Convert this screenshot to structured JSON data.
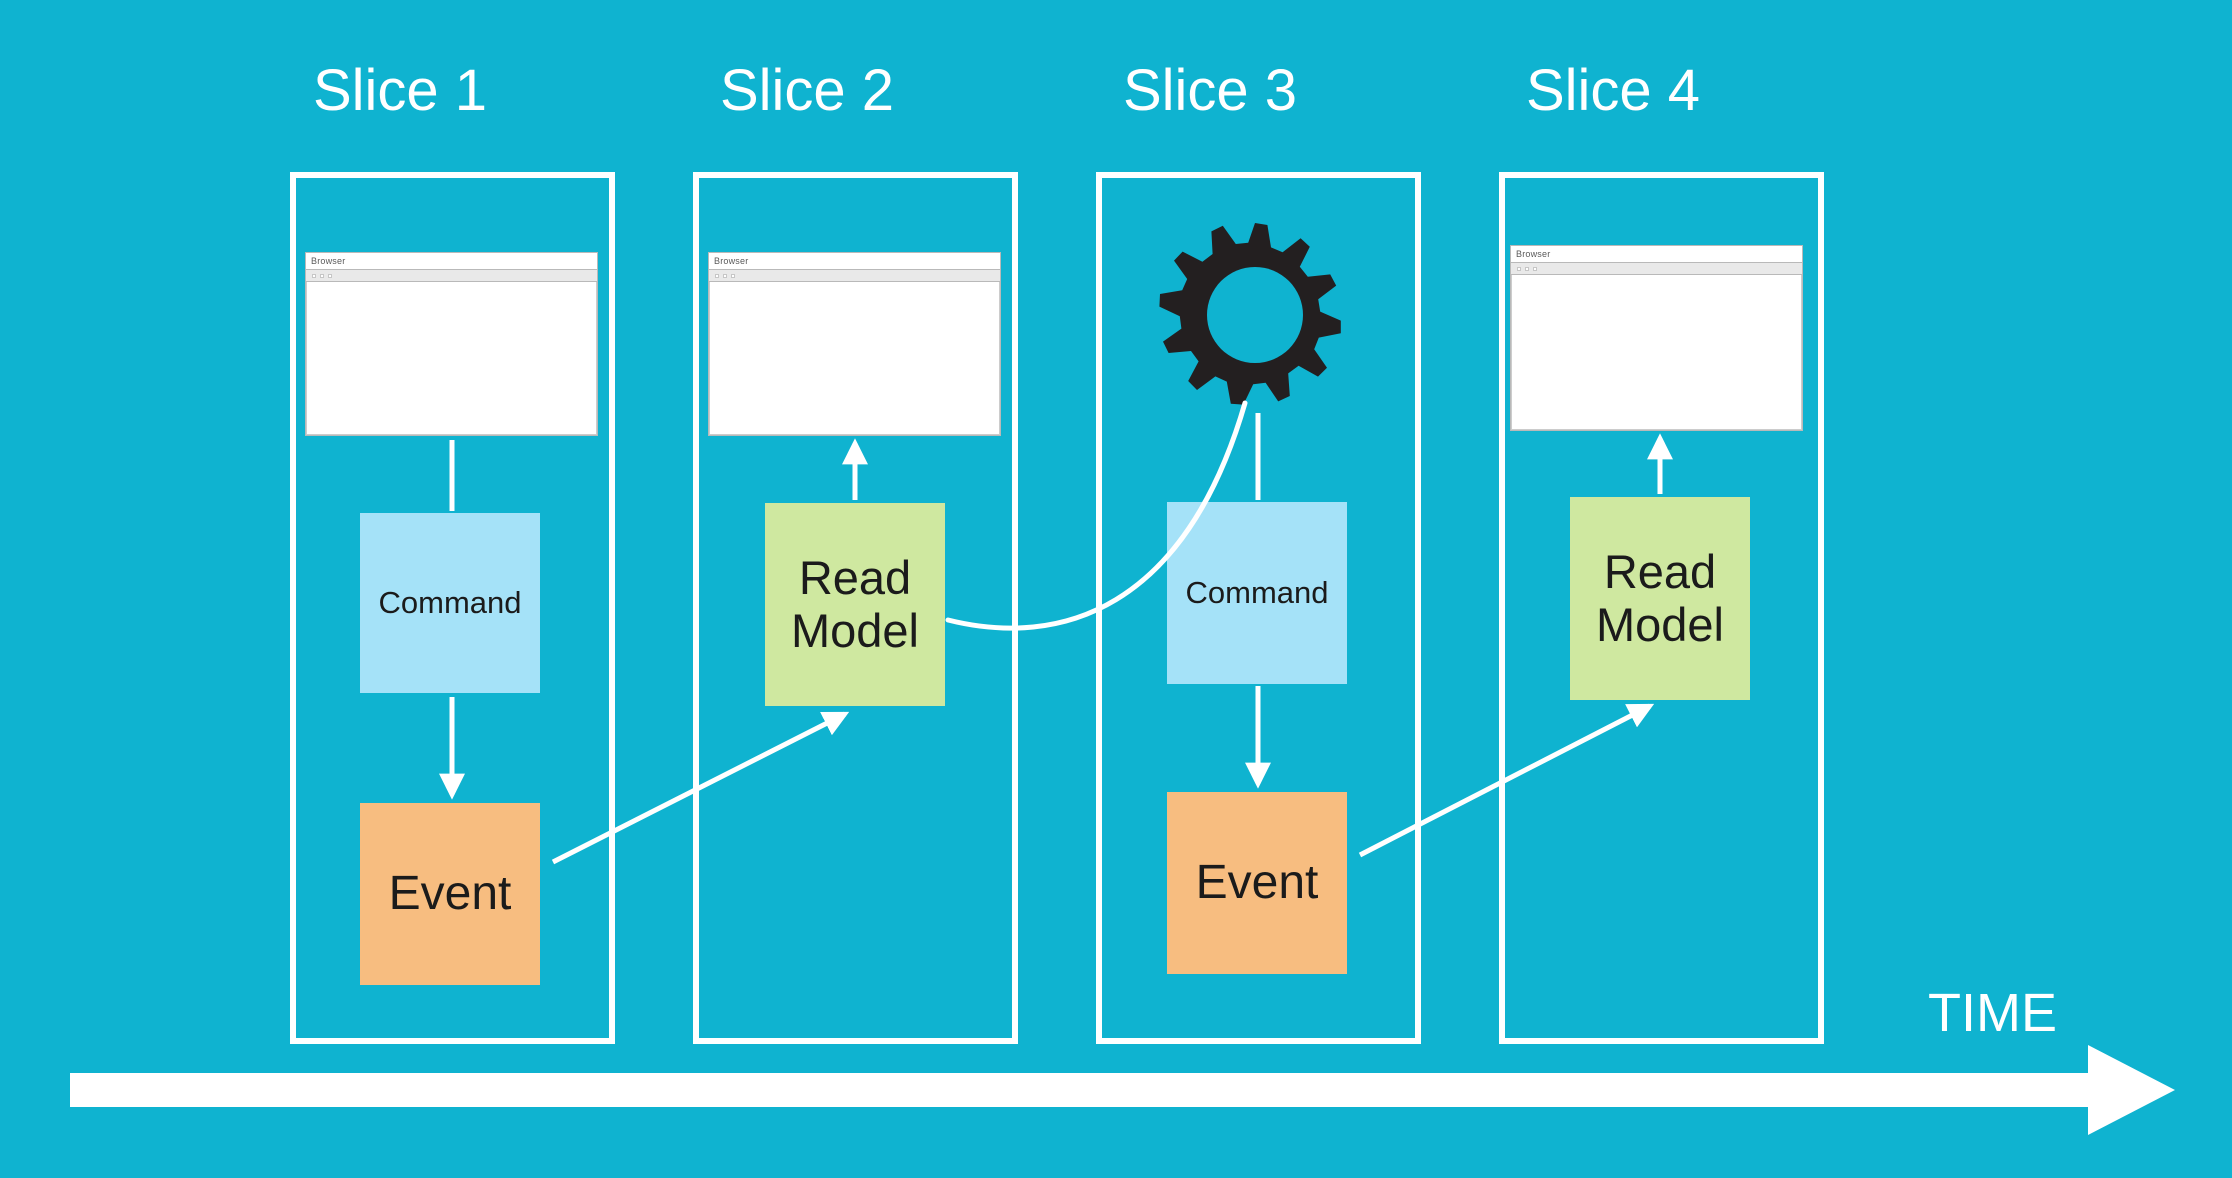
{
  "diagram": {
    "title_visible": false,
    "background_color": "#0FB3D0",
    "accent_white": "#FFFFFF",
    "time_axis": {
      "label": "TIME",
      "direction": "left-to-right"
    },
    "slices": [
      {
        "title": "Slice 1",
        "browser": {
          "title": "Browser",
          "present": true
        },
        "gear": false,
        "boxes": [
          {
            "kind": "command",
            "label": "Command",
            "color": "#A5E2F8"
          },
          {
            "kind": "event",
            "label": "Event",
            "color": "#F7BD80"
          }
        ]
      },
      {
        "title": "Slice 2",
        "browser": {
          "title": "Browser",
          "present": true
        },
        "gear": false,
        "boxes": [
          {
            "kind": "read-model",
            "label": "Read\nModel",
            "color": "#CFE8A0"
          }
        ]
      },
      {
        "title": "Slice 3",
        "browser": {
          "title": "",
          "present": false
        },
        "gear": true,
        "boxes": [
          {
            "kind": "command",
            "label": "Command",
            "color": "#A5E2F8"
          },
          {
            "kind": "event",
            "label": "Event",
            "color": "#F7BD80"
          }
        ]
      },
      {
        "title": "Slice 4",
        "browser": {
          "title": "Browser",
          "present": true
        },
        "gear": false,
        "boxes": [
          {
            "kind": "read-model",
            "label": "Read\nModel",
            "color": "#CFE8A0"
          }
        ]
      }
    ]
  }
}
